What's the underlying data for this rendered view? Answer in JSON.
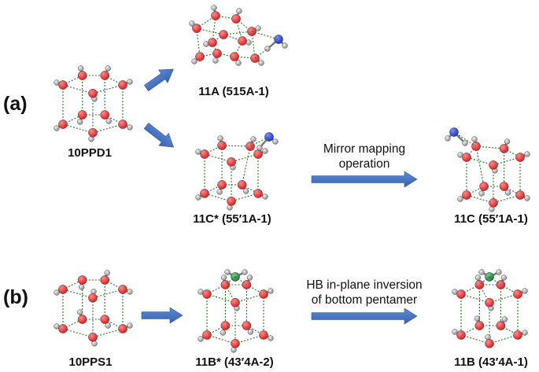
{
  "panels": {
    "a": "(a)",
    "b": "(b)"
  },
  "structures": {
    "s10ppd1": "10PPD1",
    "s11a": "11A (515A-1)",
    "s11c_star": "11C* (55′1A-1)",
    "s11c": "11C (55′1A-1)",
    "s10pps1": "10PPS1",
    "s11b_star": "11B* (43′4A-2)",
    "s11b": "11B (43′4A-1)"
  },
  "operations": {
    "mirror_line1": "Mirror mapping",
    "mirror_line2": "operation",
    "hb_line1": "HB in-plane inversion",
    "hb_line2": "of bottom pentamer"
  },
  "colors": {
    "arrow": "#4472c4",
    "oxygen": "#d42020",
    "hydrogen": "#b0b0b0",
    "nitrogen": "#1a33cc",
    "heteroatom_b": "#1f7a3a",
    "hbond": "#2a6e2a"
  }
}
